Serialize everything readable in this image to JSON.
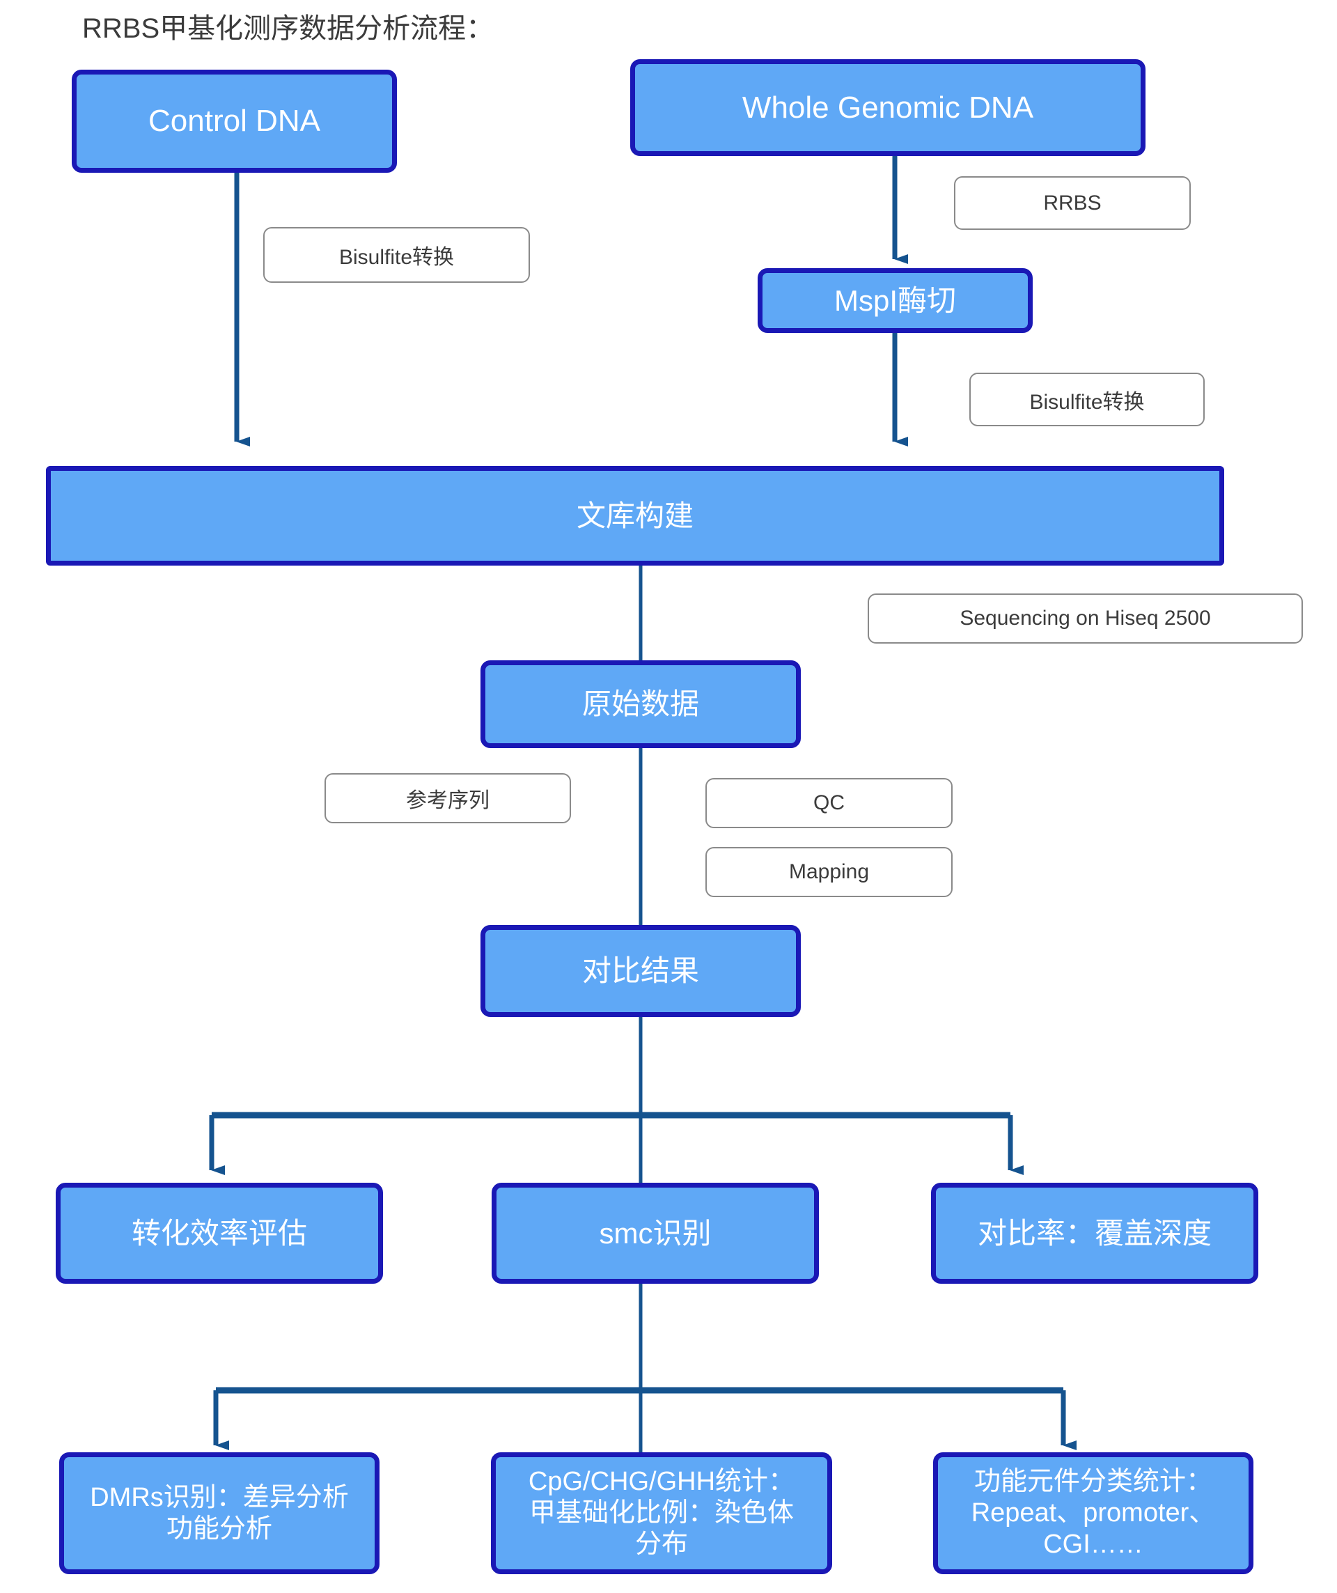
{
  "title": "RRBS甲基化测序数据分析流程：",
  "colors": {
    "node_fill": "#5FA8F6",
    "node_border": "#1A18B5",
    "node_text": "#FFFFFF",
    "note_fill": "#FFFFFF",
    "note_border": "#8A8A8A",
    "note_text": "#3B3B3B",
    "connector": "#15538F",
    "page_background": "#FFFFFF"
  },
  "nodes": [
    {
      "id": "control_dna",
      "label": "Control DNA"
    },
    {
      "id": "whole_genomic",
      "label": "Whole Genomic DNA"
    },
    {
      "id": "mspi",
      "label": "MspI酶切"
    },
    {
      "id": "library",
      "label": "文库构建"
    },
    {
      "id": "raw_data",
      "label": "原始数据"
    },
    {
      "id": "align_result",
      "label": "对比结果"
    },
    {
      "id": "conv_eff",
      "label": "转化效率评估"
    },
    {
      "id": "smc",
      "label": "smc识别"
    },
    {
      "id": "map_rate",
      "label": "对比率：覆盖深度"
    },
    {
      "id": "dmrs",
      "label": "DMRs识别：差异分析\n功能分析"
    },
    {
      "id": "cpg_stats",
      "label": "CpG/CHG/GHH统计：\n甲基础化比例：染色体\n分布"
    },
    {
      "id": "func_elem",
      "label": "功能元件分类统计：\nRepeat、promoter、\nCGI……"
    }
  ],
  "notes": [
    {
      "id": "note_bisulfite_left",
      "label": "Bisulfite转换"
    },
    {
      "id": "note_rrbs",
      "label": "RRBS"
    },
    {
      "id": "note_bisulfite_right",
      "label": "Bisulfite转换"
    },
    {
      "id": "note_sequencing",
      "label": "Sequencing on Hiseq 2500"
    },
    {
      "id": "note_reference",
      "label": "参考序列"
    },
    {
      "id": "note_qc",
      "label": "QC"
    },
    {
      "id": "note_mapping",
      "label": "Mapping"
    }
  ]
}
